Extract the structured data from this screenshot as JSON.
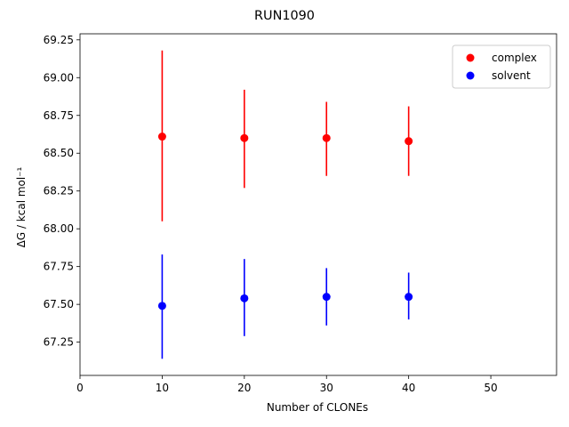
{
  "chart_data": {
    "type": "scatter",
    "title": "RUN1090",
    "xlabel": "Number of CLONEs",
    "ylabel": "ΔG / kcal mol⁻¹",
    "xlim": [
      0,
      58
    ],
    "ylim": [
      67.03,
      69.29
    ],
    "xticks": [
      0,
      10,
      20,
      30,
      40,
      50
    ],
    "yticks": [
      67.25,
      67.5,
      67.75,
      68.0,
      68.25,
      68.5,
      68.75,
      69.0,
      69.25
    ],
    "grid": false,
    "legend_position": "top-right",
    "series": [
      {
        "name": "complex",
        "color": "#ff0000",
        "points": [
          {
            "x": 10,
            "y": 68.61,
            "err_low": 68.05,
            "err_high": 69.18
          },
          {
            "x": 20,
            "y": 68.6,
            "err_low": 68.27,
            "err_high": 68.92
          },
          {
            "x": 30,
            "y": 68.6,
            "err_low": 68.35,
            "err_high": 68.84
          },
          {
            "x": 40,
            "y": 68.58,
            "err_low": 68.35,
            "err_high": 68.81
          }
        ]
      },
      {
        "name": "solvent",
        "color": "#0000ff",
        "points": [
          {
            "x": 10,
            "y": 67.49,
            "err_low": 67.14,
            "err_high": 67.83
          },
          {
            "x": 20,
            "y": 67.54,
            "err_low": 67.29,
            "err_high": 67.8
          },
          {
            "x": 30,
            "y": 67.55,
            "err_low": 67.36,
            "err_high": 67.74
          },
          {
            "x": 40,
            "y": 67.55,
            "err_low": 67.4,
            "err_high": 67.71
          }
        ]
      }
    ]
  }
}
